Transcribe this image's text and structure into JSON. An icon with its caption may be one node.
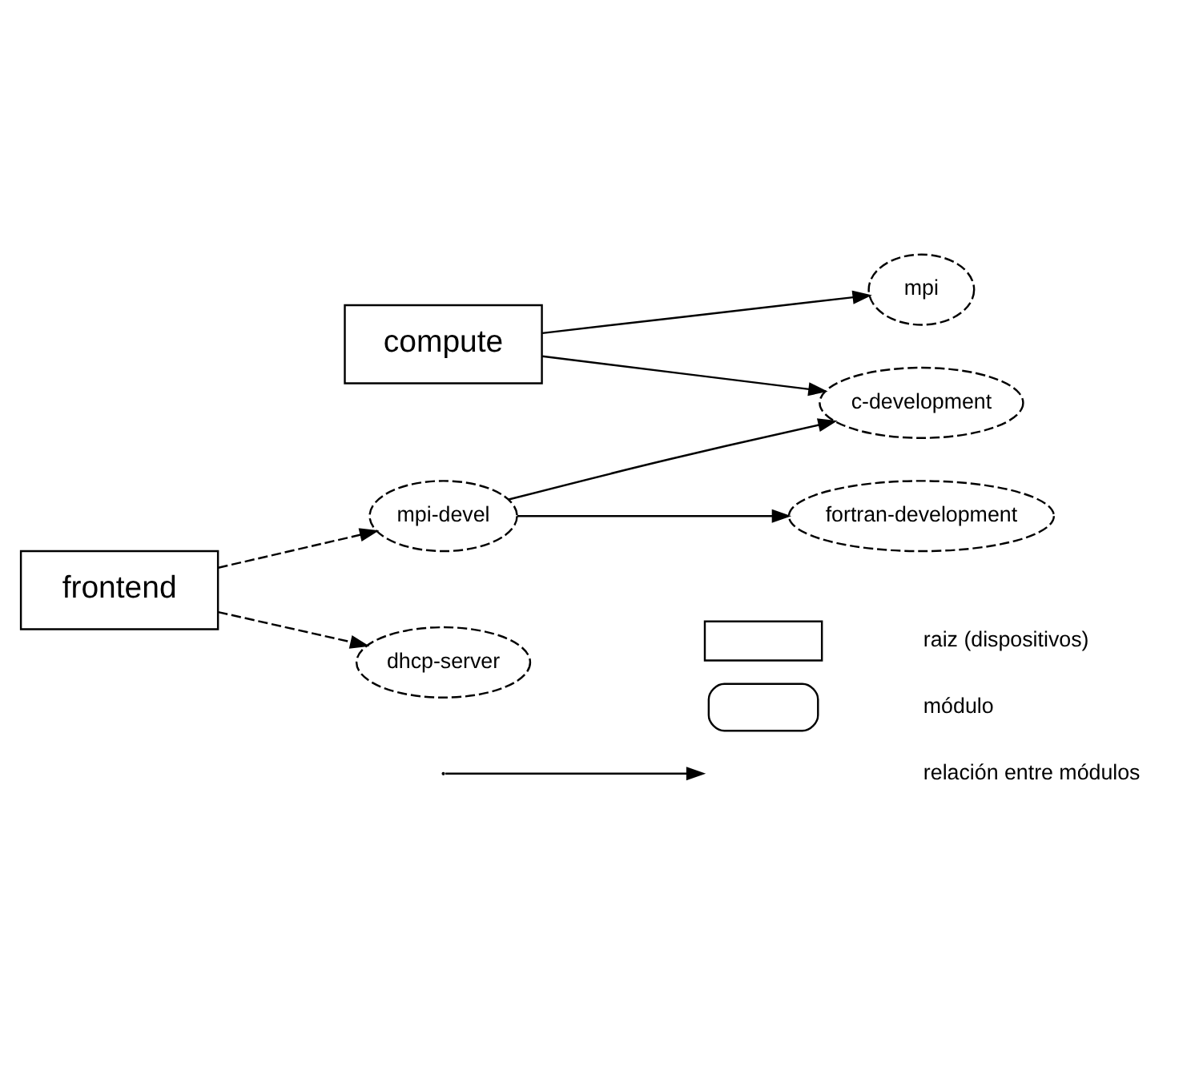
{
  "diagram": {
    "nodes": [
      {
        "text": [
          "compute"
        ]
      },
      {
        "text": [
          "mpi"
        ]
      },
      {
        "text": [
          "c-development"
        ]
      },
      {
        "text": [
          "frontend"
        ]
      },
      {
        "text": [
          "mpi-devel"
        ]
      },
      {
        "text": [
          "fortran-development"
        ]
      },
      {
        "text": [
          "dhcp-server"
        ]
      }
    ],
    "edges": [
      {
        "from": 0,
        "to": 1,
        "arrow": "to"
      },
      {
        "from": 0,
        "to": 2,
        "arrow": "to"
      },
      {
        "from": 3,
        "to": 4,
        "arrow": "to",
        "style": "dashed"
      },
      {
        "from": 3,
        "to": 6,
        "arrow": "to",
        "style": "dashed"
      },
      {
        "from": 4,
        "to": 2,
        "arrow": "to"
      },
      {
        "from": 4,
        "to": 5,
        "arrow": "to"
      }
    ],
    "legend": [
      {
        "text": "raiz (dispositivos)"
      },
      {
        "text": "módulo"
      },
      {
        "text": "relación entre módulos"
      }
    ]
  }
}
